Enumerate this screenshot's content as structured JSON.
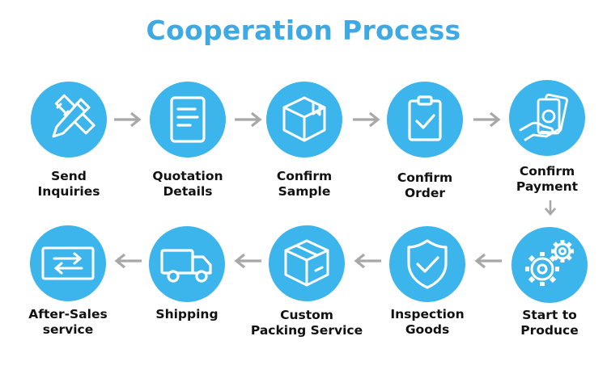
{
  "title": "Cooperation Process",
  "colors": {
    "accent": "#3cb4ec",
    "title": "#3fa9e3",
    "arrow": "#a8a8a8",
    "label": "#111111"
  },
  "steps": [
    {
      "label": "Send\nInquiries",
      "icon": "pencil-ruler-icon"
    },
    {
      "label": "Quotation\nDetails",
      "icon": "document-icon"
    },
    {
      "label": "Confirm\nSample",
      "icon": "box-icon"
    },
    {
      "label": "Confirm\nOrder",
      "icon": "clipboard-check-icon"
    },
    {
      "label": "Confirm\nPayment",
      "icon": "payment-icon"
    },
    {
      "label": "Start to\nProduce",
      "icon": "gears-icon"
    },
    {
      "label": "Inspection\nGoods",
      "icon": "shield-check-icon"
    },
    {
      "label": "Custom\nPacking Service",
      "icon": "package-icon"
    },
    {
      "label": "Shipping",
      "icon": "truck-icon"
    },
    {
      "label": "After-Sales\nservice",
      "icon": "exchange-icon"
    }
  ]
}
